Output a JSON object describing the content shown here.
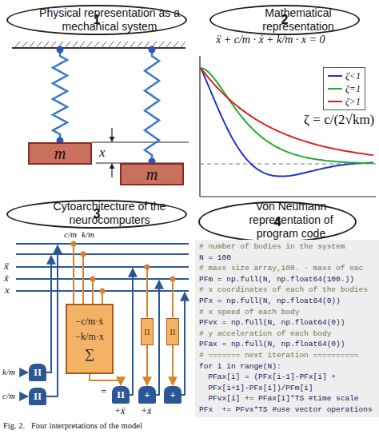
{
  "diagram": {
    "caption": "Fig. 2.   Four interpretations of the model",
    "nodes": [
      {
        "text": [
          "1",
          "Physical representation as a mechanical system"
        ]
      },
      {
        "text": [
          "m"
        ]
      },
      {
        "text": [
          "m"
        ]
      },
      {
        "text": [
          "2",
          "Mathematical representation"
        ]
      },
      {
        "text": [
          "3",
          "Cytoarchitecture of the neurocomputers"
        ]
      },
      {
        "text": [
          "−c/m·ẋ",
          "−k/m·x",
          "∑"
        ]
      },
      {
        "text": [
          "II"
        ]
      },
      {
        "text": [
          "II"
        ]
      },
      {
        "text": [
          "II"
        ]
      },
      {
        "text": [
          "II"
        ]
      },
      {
        "text": [
          "II"
        ]
      },
      {
        "text": [
          "+"
        ]
      },
      {
        "text": [
          "+"
        ]
      },
      {
        "text": [
          "4",
          "Von Neumann representation of program code"
        ]
      },
      {
        "text": [
          "# number of bodies in the system",
          "N = 100",
          "# mass size array,100. - mass of eac",
          "PFm = np.full(N, np.float64(100.))",
          "# x coordinates of each of the bodies",
          "PFx = np.full(N, np.float64(0))",
          "# x speed of each body",
          "PFvx = np.full(N, np.float64(0))",
          "# y acceleration of each body",
          "PFax = np.full(N, np.float64(0))",
          "# ======= next iteration ==========",
          "for i in range(N):",
          "  PFax[i] = (PFx[i-1]-PFx[i] +",
          "  PFx[i+1]-PFx[i])/PFm[i]",
          "  PFvx[i] += PFax[i]*TS #time scale",
          "PFx  += PFvx*TS #use vector operations"
        ]
      }
    ],
    "labels": [
      "x",
      "ẍ + c/m · ẋ + k/m · x = 0",
      "ζ = c/(2√km)",
      "c/m",
      "k/m",
      "ẍ",
      "ẋ",
      "x",
      "k/m",
      "c/m",
      "=",
      "+ẍ",
      "+ẋ"
    ],
    "legend": [
      {
        "text": "ζ<1"
      },
      {
        "text": "ζ=1"
      },
      {
        "text": "ζ>1"
      }
    ]
  }
}
